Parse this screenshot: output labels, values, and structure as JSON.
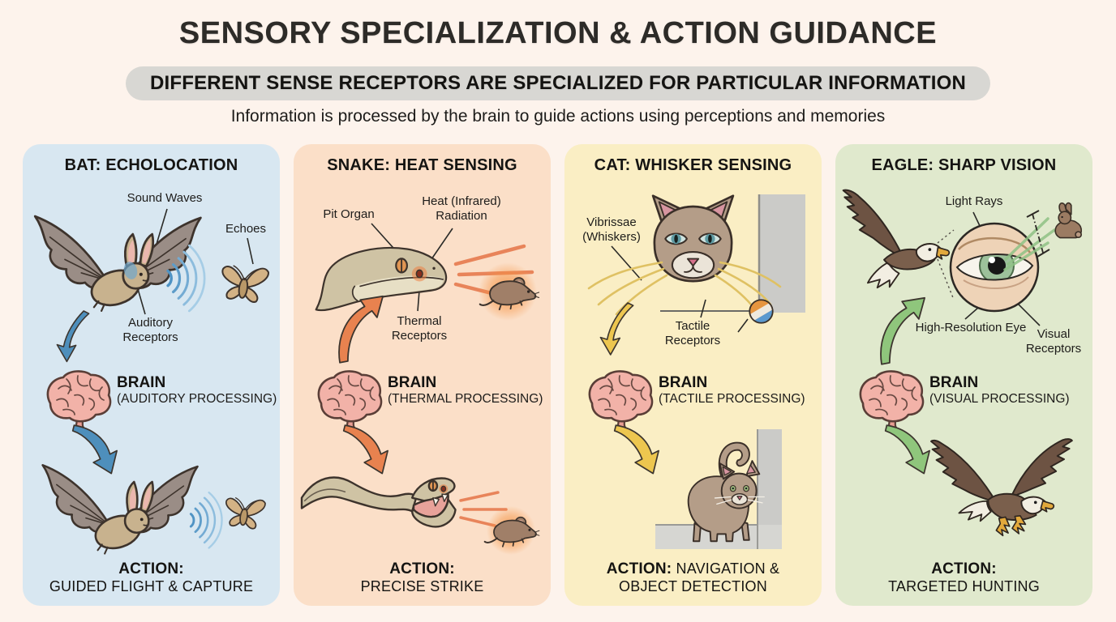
{
  "header": {
    "title": "SENSORY SPECIALIZATION & ACTION GUIDANCE",
    "subtitle": "DIFFERENT SENSE RECEPTORS ARE SPECIALIZED FOR PARTICULAR INFORMATION",
    "tagline": "Information is processed by the brain to guide actions using perceptions and memories"
  },
  "colors": {
    "page_bg": "#fdf3ec",
    "subtitle_bg": "#d8d7d3",
    "bat_panel_bg": "#d8e7f1",
    "snake_panel_bg": "#fbdfc8",
    "cat_panel_bg": "#faeec4",
    "eagle_panel_bg": "#e0e9cd",
    "bat_arrow": "#4e8fbc",
    "snake_arrow": "#e8824f",
    "cat_arrow": "#edc64f",
    "eagle_arrow": "#8fc67c"
  },
  "panels": [
    {
      "id": "bat",
      "title": "BAT: ECHOLOCATION",
      "labels": {
        "l1": "Sound Waves",
        "l2": "Echoes",
        "l3": "Auditory Receptors"
      },
      "brain_title": "BRAIN",
      "brain_sub": "(AUDITORY PROCESSING)",
      "action_bold": "ACTION:",
      "action_rest": "GUIDED FLIGHT & CAPTURE",
      "illustrations": [
        "flying-bat",
        "sound-waves",
        "moth",
        "brain",
        "flying-bat",
        "sound-waves",
        "moth"
      ]
    },
    {
      "id": "snake",
      "title": "SNAKE: HEAT SENSING",
      "labels": {
        "l1": "Pit Organ",
        "l2": "Heat (Infrared) Radiation",
        "l3": "Thermal Receptors"
      },
      "brain_title": "BRAIN",
      "brain_sub": "(THERMAL PROCESSING)",
      "action_bold": "ACTION:",
      "action_rest": "PRECISE STRIKE",
      "illustrations": [
        "snake-head",
        "heat-rays",
        "mouse",
        "brain",
        "striking-snake",
        "heat-rays",
        "mouse"
      ]
    },
    {
      "id": "cat",
      "title": "CAT: WHISKER SENSING",
      "labels": {
        "l1": "Vibrissae (Whiskers)",
        "l2": "Tactile Receptors"
      },
      "brain_title": "BRAIN",
      "brain_sub": "(TACTILE PROCESSING)",
      "action_bold": "ACTION:",
      "action_rest": "NAVIGATION & OBJECT DETECTION",
      "illustrations": [
        "cat-face",
        "whiskers",
        "wall-corner",
        "ball",
        "brain",
        "walking-cat"
      ]
    },
    {
      "id": "eagle",
      "title": "EAGLE: SHARP VISION",
      "labels": {
        "l1": "Light Rays",
        "l2": "High-Resolution Eye",
        "l3": "Visual Receptors"
      },
      "brain_title": "BRAIN",
      "brain_sub": "(VISUAL PROCESSING)",
      "action_bold": "ACTION:",
      "action_rest": "TARGETED HUNTING",
      "illustrations": [
        "flying-eagle",
        "eye-closeup",
        "light-rays",
        "rabbit",
        "brain",
        "swooping-eagle"
      ]
    }
  ]
}
